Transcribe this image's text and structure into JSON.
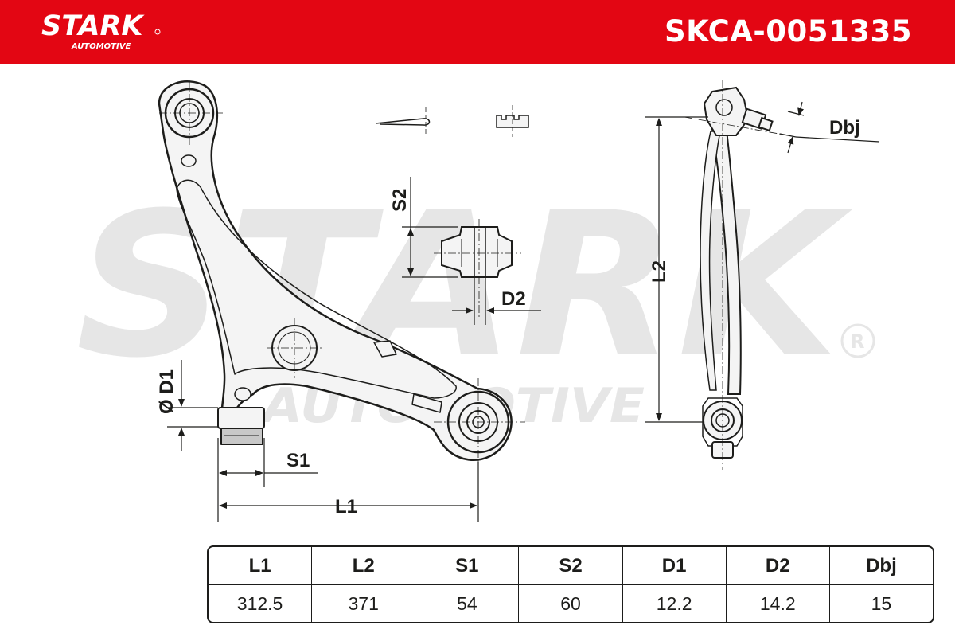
{
  "header": {
    "background_color": "#e30613",
    "brand": "STARK",
    "brand_sub": "AUTOMOTIVE",
    "part_number": "SKCA-0051335"
  },
  "watermark": {
    "text_main": "STARK",
    "text_sub": "AUTOMOTIVE",
    "registered_mark": "®",
    "color": "#e6e6e6"
  },
  "dimension_labels": {
    "L1": "L1",
    "L2": "L2",
    "S1": "S1",
    "S2": "S2",
    "D1": "Ø D1",
    "D2": "D2",
    "Dbj": "Dbj"
  },
  "spec_table": {
    "headers": [
      "L1",
      "L2",
      "S1",
      "S2",
      "D1",
      "D2",
      "Dbj"
    ],
    "values": [
      "312.5",
      "371",
      "54",
      "60",
      "12.2",
      "14.2",
      "15"
    ]
  },
  "colors": {
    "line": "#1d1d1b",
    "part_fill": "#f4f4f4"
  }
}
